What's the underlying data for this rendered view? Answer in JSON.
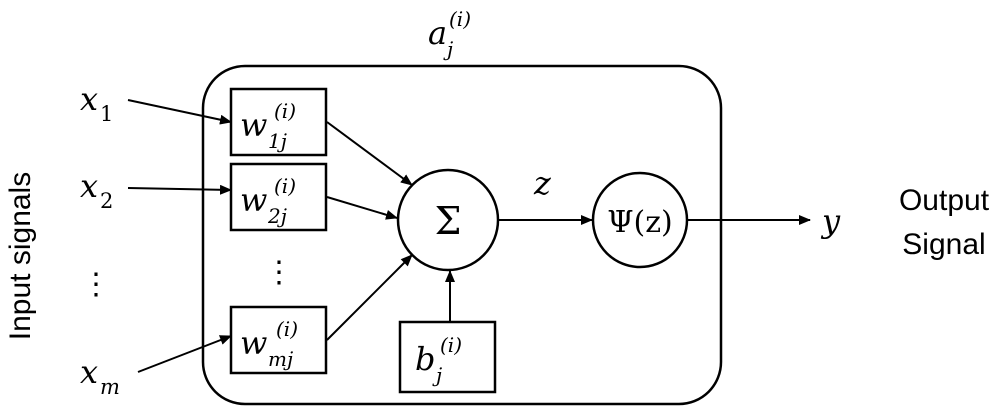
{
  "neuron": {
    "activation_label": {
      "base": "a",
      "sub": "j",
      "sup": "(i)"
    },
    "summation_symbol": "Σ",
    "z_label": "z",
    "activation_function": "Ψ(z)",
    "output_symbol": "y",
    "weights": [
      {
        "base": "w",
        "sub": "1j",
        "sup": "(i)"
      },
      {
        "base": "w",
        "sub": "2j",
        "sup": "(i)"
      },
      {
        "base": "w",
        "sub": "mj",
        "sup": "(i)"
      }
    ],
    "weight_ellipsis": "⋮",
    "bias": {
      "base": "b",
      "sub": "j",
      "sup": "(i)"
    }
  },
  "inputs": [
    {
      "base": "x",
      "sub": "1"
    },
    {
      "base": "x",
      "sub": "2"
    },
    {
      "base": "x",
      "sub": "m"
    }
  ],
  "input_ellipsis": "⋮",
  "labels": {
    "input_signals": "Input signals",
    "output_line1": "Output",
    "output_line2": "Signal"
  }
}
